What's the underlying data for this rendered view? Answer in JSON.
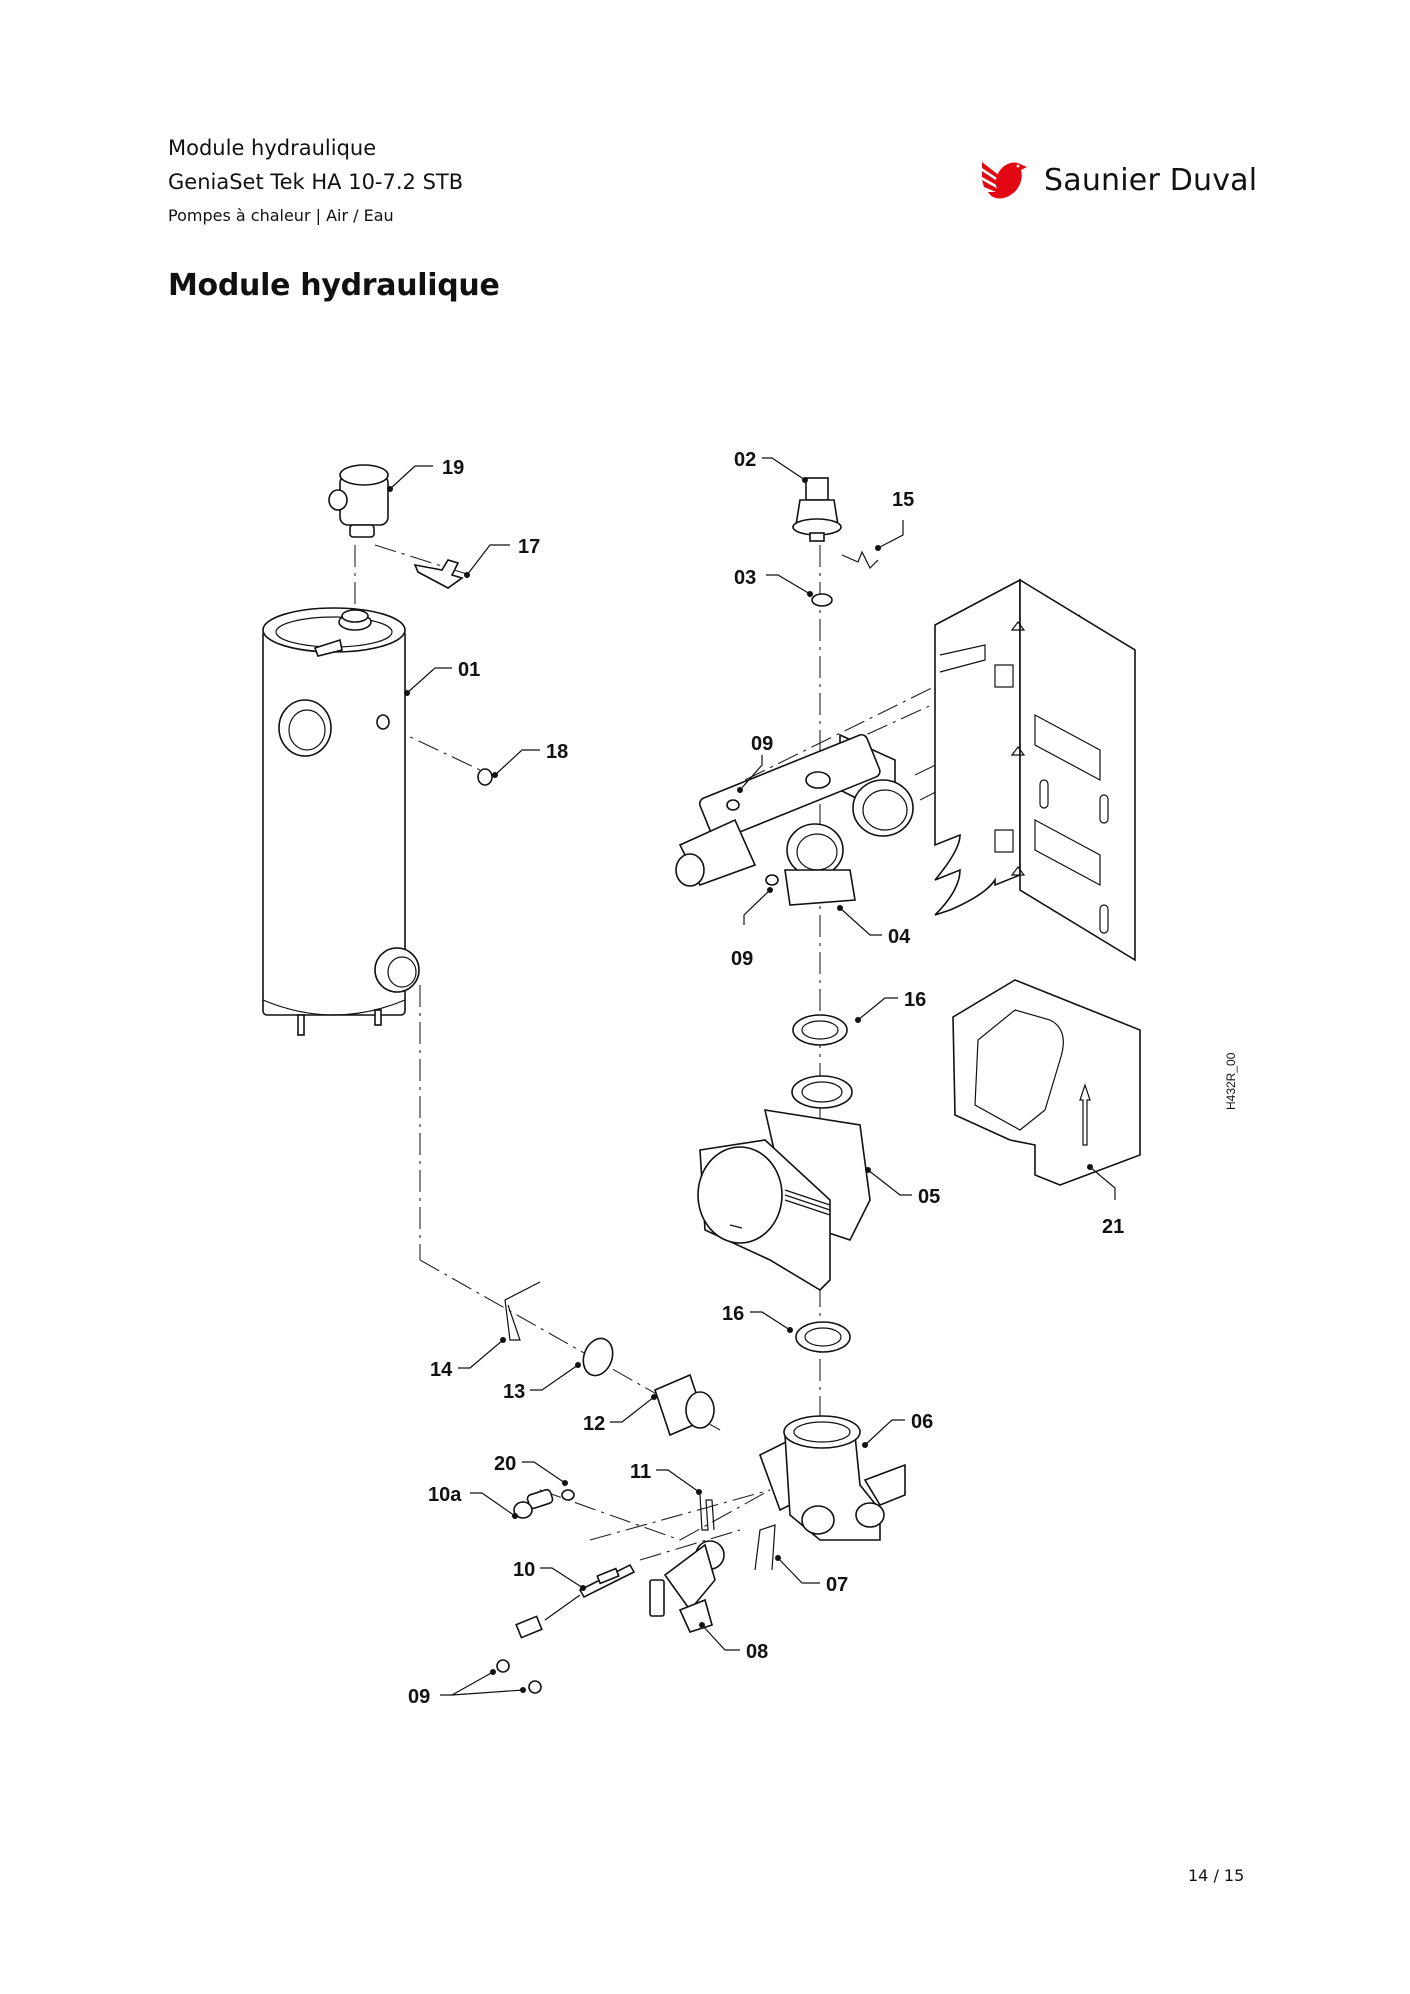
{
  "header": {
    "title": "Module hydraulique",
    "product": "GeniaSet Tek HA 10-7.2 STB",
    "category": "Pompes à chaleur | Air / Eau"
  },
  "brand": {
    "name": "Saunier Duval",
    "logo_icon": "bird-logo-icon",
    "color": "#e30613"
  },
  "section_title": "Module hydraulique",
  "diagram": {
    "drawing_ref": "H432R_00",
    "callouts": {
      "c01": "01",
      "c02": "02",
      "c03": "03",
      "c04": "04",
      "c05": "05",
      "c06": "06",
      "c07": "07",
      "c08": "08",
      "c09a": "09",
      "c09b": "09",
      "c09c": "09",
      "c10": "10",
      "c10a": "10a",
      "c11": "11",
      "c12": "12",
      "c13": "13",
      "c14": "14",
      "c15": "15",
      "c16a": "16",
      "c16b": "16",
      "c17": "17",
      "c18": "18",
      "c19": "19",
      "c20": "20",
      "c21": "21"
    }
  },
  "footer": {
    "page_number": "14 / 15"
  }
}
